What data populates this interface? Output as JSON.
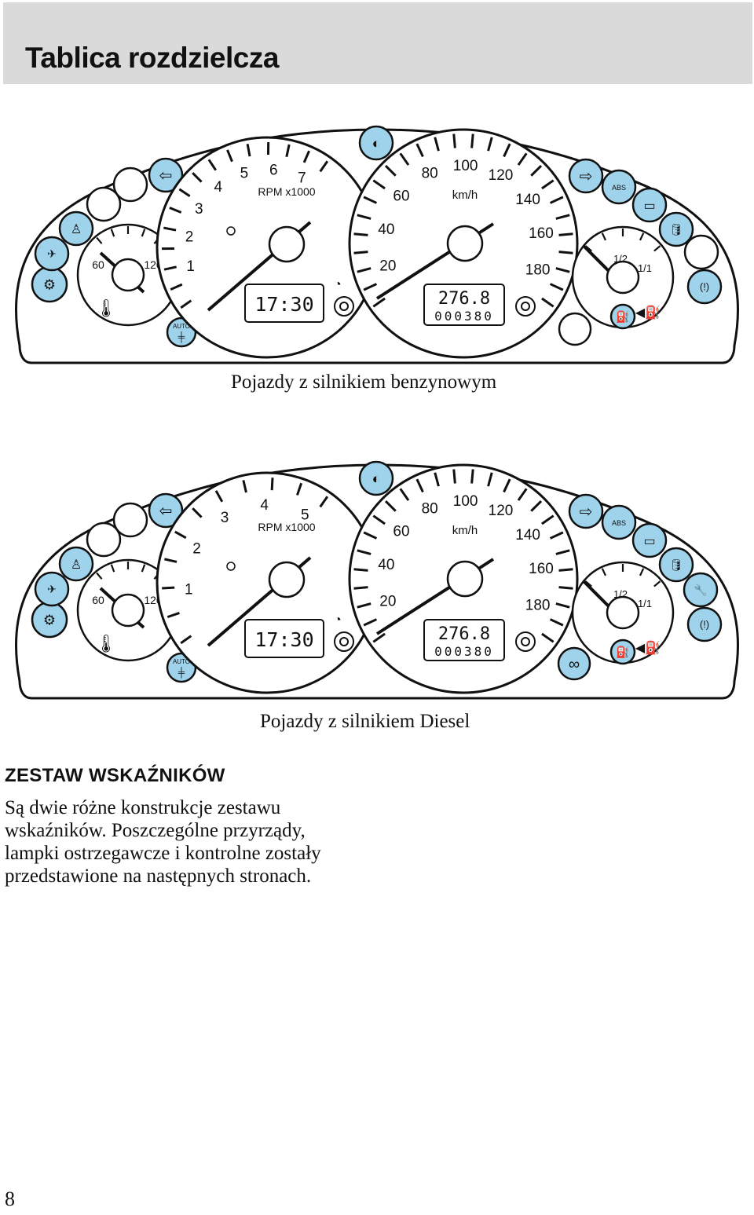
{
  "header": {
    "title": "Tablica rozdzielcza"
  },
  "petrol_cluster": {
    "caption": "Pojazdy z silnikiem benzynowym",
    "temp_marks": [
      "60",
      "120"
    ],
    "rpm_unit": "RPM x1000",
    "rpm_numbers": [
      "1",
      "2",
      "3",
      "4",
      "5",
      "6",
      "7"
    ],
    "speed_unit": "km/h",
    "speed_numbers": [
      "20",
      "40",
      "60",
      "80",
      "100",
      "120",
      "140",
      "160",
      "180"
    ],
    "fuel_marks": [
      "1/2",
      "1/1"
    ],
    "clock": "17:30",
    "trip": "276.8",
    "odometer": "000380",
    "auto_label": "AUTO",
    "abs_label": "ABS"
  },
  "diesel_cluster": {
    "caption": "Pojazdy z silnikiem Diesel",
    "temp_marks": [
      "60",
      "120"
    ],
    "rpm_unit": "RPM x1000",
    "rpm_numbers": [
      "1",
      "2",
      "3",
      "4",
      "5"
    ],
    "speed_unit": "km/h",
    "speed_numbers": [
      "20",
      "40",
      "60",
      "80",
      "100",
      "120",
      "140",
      "160",
      "180"
    ],
    "fuel_marks": [
      "1/2",
      "1/1"
    ],
    "clock": "17:30",
    "trip": "276.8",
    "odometer": "000380",
    "auto_label": "AUTO",
    "abs_label": "ABS"
  },
  "section": {
    "title": "ZESTAW WSKAŹNIKÓW",
    "lines": [
      "Są dwie różne konstrukcje zestawu",
      "wskaźników. Poszczególne przyrządy,",
      "lampki ostrzegawcze i kontrolne zostały",
      "przedstawione na następnych stronach."
    ]
  },
  "page_number": "8",
  "colors": {
    "lamp_fill": "#9fd3ec",
    "header_bg": "#dadada",
    "ink": "#111111"
  }
}
